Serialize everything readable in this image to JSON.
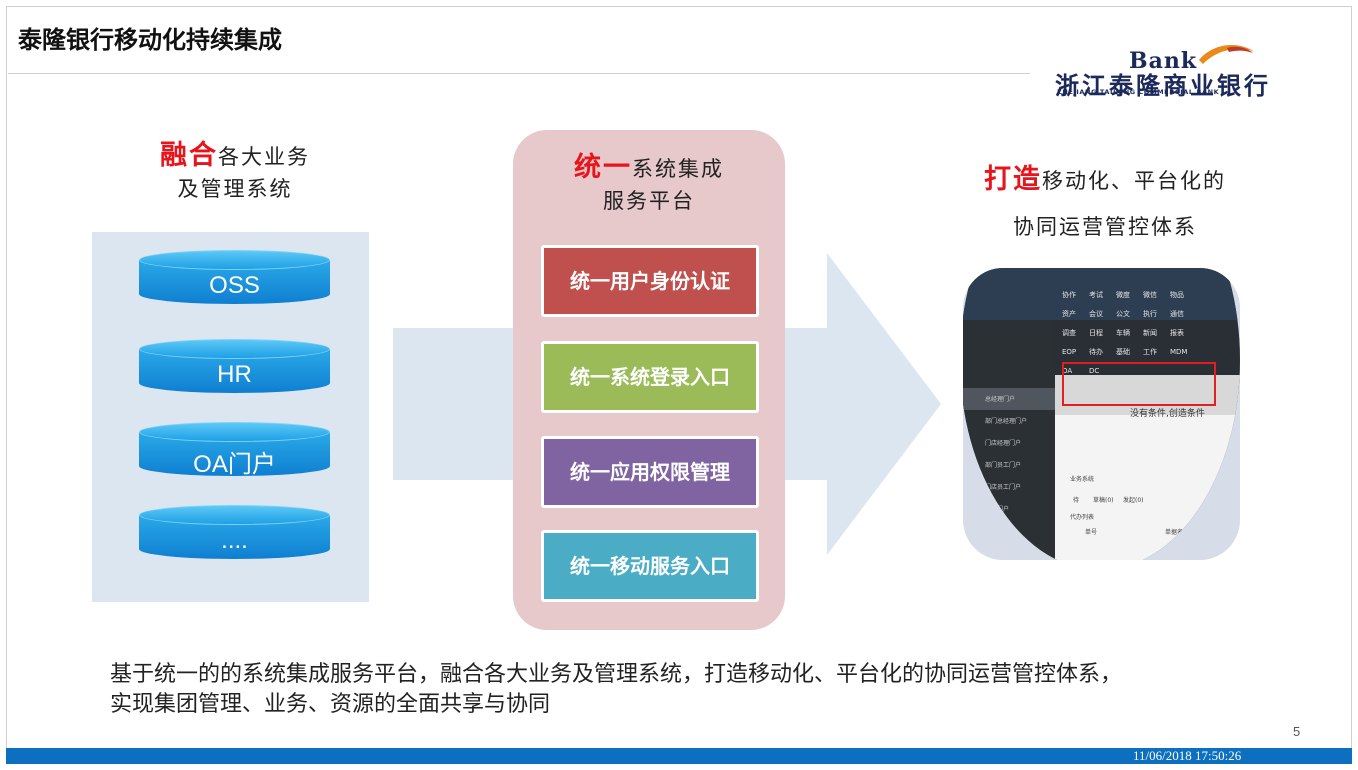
{
  "header": {
    "title": "泰隆银行移动化持续集成"
  },
  "logo": {
    "brand": "Bank",
    "name_cn": "浙江泰隆商业银行",
    "name_en": "ZHEJIANG TAILONG COMMERCIAL BANK"
  },
  "left": {
    "heading_highlight": "融合",
    "heading_line1": "各大业务",
    "heading_line2": "及管理系统",
    "systems": [
      "OSS",
      "HR",
      "OA门户",
      "...."
    ]
  },
  "middle": {
    "heading_highlight": "统一",
    "heading_line1": "系统集成",
    "heading_line2": "服务平台",
    "items": [
      "统一用户身份认证",
      "统一系统登录入口",
      "统一应用权限管理",
      "统一移动服务入口"
    ]
  },
  "right": {
    "heading_highlight": "打造",
    "heading_line1": "移动化、平台化的",
    "heading_line2": "协同运营管控体系",
    "screenshot": {
      "menu_rows": [
        [
          "协作",
          "考试",
          "微度",
          "微信",
          "物品"
        ],
        [
          "资产",
          "会议",
          "公文",
          "执行",
          "通信"
        ],
        [
          "调查",
          "日程",
          "车辆",
          "新闻",
          "报表"
        ],
        [
          "EOP",
          "待办",
          "基础",
          "工作",
          "MDM"
        ],
        [
          "OA",
          "DC"
        ]
      ],
      "sidebar_items": [
        "总经理门户",
        "部门总经理门户",
        "门店经理门户",
        "部门员工门户",
        "门店员工门户",
        "通用门户"
      ],
      "no_condition": "没有条件,创造条件",
      "section_label": "业务系统",
      "tabs": [
        "待",
        "草稿(0)",
        "发起(0)"
      ],
      "list_label": "代办列表",
      "col_no": "单号",
      "col_name": "单据名称"
    }
  },
  "footer": {
    "summary": "基于统一的的系统集成服务平台，融合各大业务及管理系统，打造移动化、平台化的协同运营管控体系，实现集团管理、业务、资源的全面共享与协同",
    "page_number": "5",
    "timestamp": "11/06/2018 17:50:26"
  },
  "colors": {
    "highlight_red": "#e8141b",
    "btn_red": "#c0504d",
    "btn_green": "#9bbb59",
    "btn_purple": "#8064a2",
    "btn_teal": "#4bacc6",
    "footer_blue": "#0d6fbf"
  }
}
